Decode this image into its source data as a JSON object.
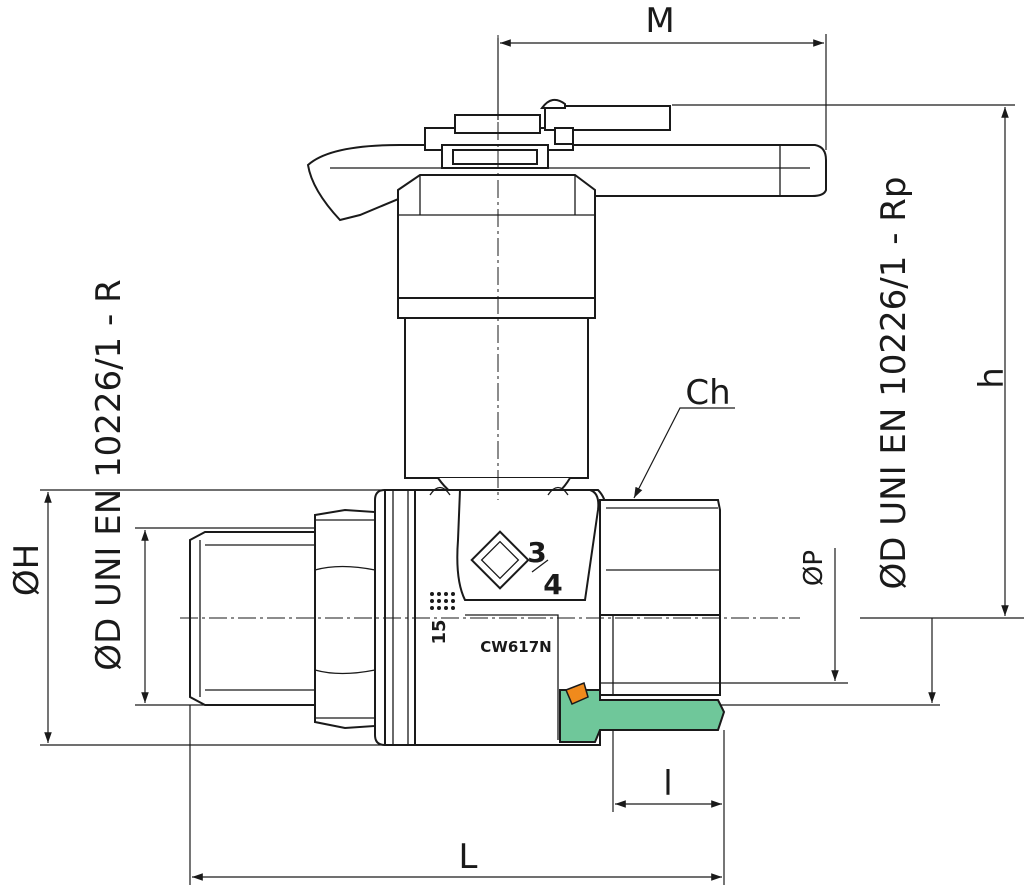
{
  "diagram": {
    "labels": {
      "M": "M",
      "h": "h",
      "Ch": "Ch",
      "H": "ØH",
      "D_left": "ØD UNI EN 10226/1 - R",
      "D_right": "ØD UNI EN 10226/1 - Rp",
      "P": "ØP",
      "l": "l",
      "L": "L"
    },
    "markings": {
      "fraction_num": "3",
      "fraction_den": "4",
      "size": "15",
      "material": "CW617N"
    },
    "colors": {
      "line": "#1a1a1a",
      "thread_section": "#6fc79a",
      "seal": "#f08a1c"
    }
  }
}
